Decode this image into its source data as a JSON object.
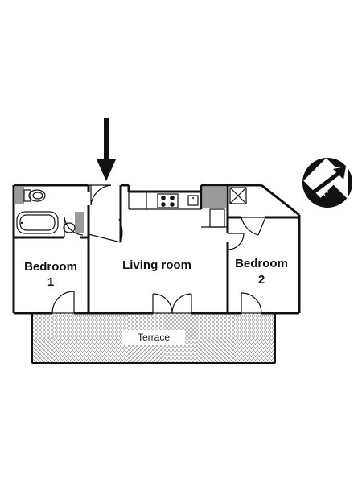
{
  "rooms": {
    "bedroom1_line1": "Bedroom",
    "bedroom1_line2": "1",
    "living_room": "Living room",
    "bedroom2_line1": "Bedroom",
    "bedroom2_line2": "2",
    "terrace": "Terrace"
  },
  "compass": {
    "letter": "N",
    "icon": "north-compass-icon"
  },
  "entrance": {
    "icon": "entrance-arrow-icon"
  },
  "colors": {
    "wall": "#111111",
    "fixture_gray": "#9a9a9a",
    "terrace_hatch": "#8a8a8a"
  }
}
